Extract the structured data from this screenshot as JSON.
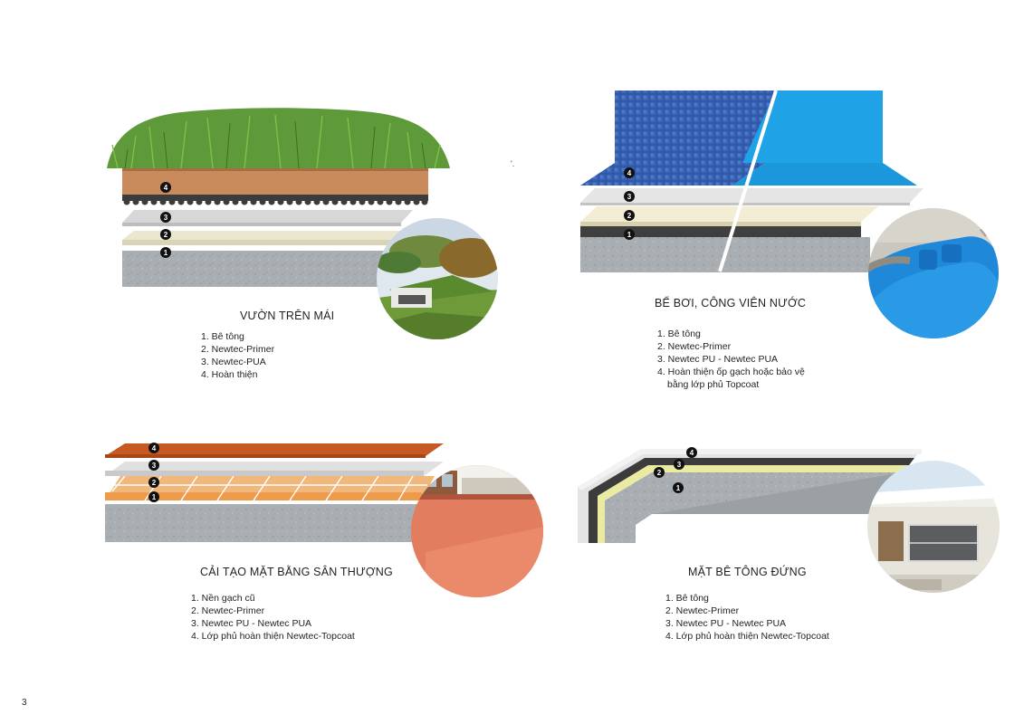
{
  "page_number": "3",
  "stray_mark": "'.",
  "colors": {
    "concrete": "#a8aeb2",
    "grass": "#5f9a3a",
    "soil": "#c98a5c",
    "membrane": "#3c3c3c",
    "pool_blue": "#1fa3e6",
    "mosaic": "#2c4f9c",
    "terracotta": "#c65a25",
    "tile": "#f2b77b",
    "primer": "#f2edd4",
    "pua": "#dcdcdc"
  },
  "panels": {
    "roof_garden": {
      "title": "VƯỜN TRÊN MÁI",
      "badges": [
        "4",
        "3",
        "2",
        "1"
      ],
      "items": [
        "1. Bê tông",
        "2. Newtec-Primer",
        "3. Newtec-PUA",
        "4. Hoàn thiện"
      ],
      "photo_icon": "green-roof-house-icon"
    },
    "pool": {
      "title": "BỂ BƠI, CÔNG VIÊN NƯỚC",
      "badges": [
        "4",
        "3",
        "2",
        "1"
      ],
      "items": [
        "1. Bê tông",
        "2. Newtec-Primer",
        "3. Newtec PU - Newtec PUA",
        "4. Hoàn thiện ốp gạch hoặc bảo vệ"
      ],
      "item4_cont": "bằng lớp phủ Topcoat",
      "photo_icon": "swimming-pool-icon"
    },
    "terrace": {
      "title": "CẢI TẠO MẶT BẰNG SÂN THƯỢNG",
      "badges": [
        "4",
        "3",
        "2",
        "1"
      ],
      "items": [
        "1. Nền gạch cũ",
        "2. Newtec-Primer",
        "3. Newtec PU - Newtec PUA",
        "4. Lớp phủ hoàn thiện Newtec-Topcoat"
      ],
      "photo_icon": "orange-terrace-floor-icon"
    },
    "vertical": {
      "title": "MẶT BÊ TÔNG ĐỨNG",
      "badges": [
        "4",
        "3",
        "2",
        "1"
      ],
      "items": [
        "1. Bê tông",
        "2. Newtec-Primer",
        "3. Newtec PU - Newtec PUA",
        "4. Lớp phủ hoàn thiện Newtec-Topcoat"
      ],
      "photo_icon": "building-facade-icon"
    }
  }
}
